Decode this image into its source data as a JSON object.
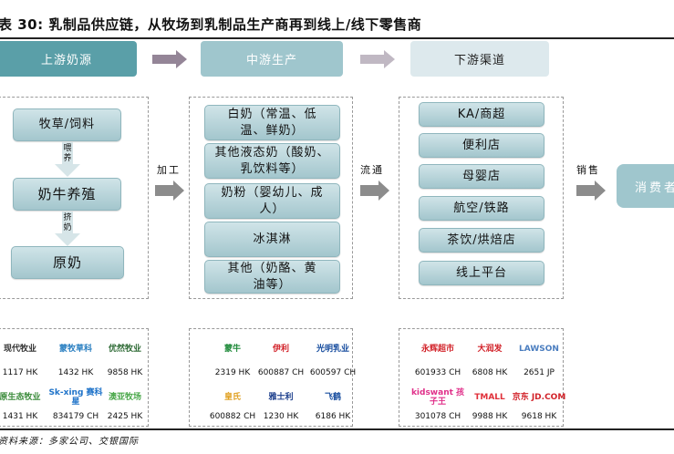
{
  "title": "表 30: 乳制品供应链，从牧场到乳制品生产商再到线上/线下零售商",
  "stages": [
    "上游奶源",
    "中游生产",
    "下游渠道"
  ],
  "upstream": {
    "nodes": [
      "牧草/饲料",
      "奶牛养殖",
      "原奶"
    ],
    "step_labels": [
      "喂养",
      "挤奶"
    ]
  },
  "flow_labels": [
    "加工",
    "流通",
    "销售"
  ],
  "midstream": {
    "nodes": [
      "白奶（常温、低温、鲜奶）",
      "其他液态奶（酸奶、乳饮料等）",
      "奶粉（婴幼儿、成人）",
      "冰淇淋",
      "其他（奶酪、黄油等）"
    ]
  },
  "downstream": {
    "nodes": [
      "KA/商超",
      "便利店",
      "母婴店",
      "航空/铁路",
      "茶饮/烘焙店",
      "线上平台"
    ]
  },
  "consumer": "消费者",
  "companies": {
    "upstream": [
      {
        "logo": "现代牧业",
        "code": "1117 HK",
        "color": "#333333"
      },
      {
        "logo": "蒙牧草科",
        "code": "1432 HK",
        "color": "#2a7fc1"
      },
      {
        "logo": "优然牧业",
        "code": "9858 HK",
        "color": "#2f6b36"
      },
      {
        "logo": "原生态牧业",
        "code": "1431 HK",
        "color": "#3c8c3c"
      },
      {
        "logo": "Sk-xing 赛科星",
        "code": "834179 CH",
        "color": "#1f73c9"
      },
      {
        "logo": "澳亚牧场",
        "code": "2425 HK",
        "color": "#4aa84a"
      }
    ],
    "midstream": [
      {
        "logo": "蒙牛",
        "code": "2319 HK",
        "color": "#1f8a3a"
      },
      {
        "logo": "伊利",
        "code": "600887 CH",
        "color": "#d2232a"
      },
      {
        "logo": "光明乳业",
        "code": "600597 CH",
        "color": "#1a4fa0"
      },
      {
        "logo": "皇氏",
        "code": "600882 CH",
        "color": "#e0a020"
      },
      {
        "logo": "雅士利",
        "code": "1230 HK",
        "color": "#1d3f8c"
      },
      {
        "logo": "飞鹤",
        "code": "6186 HK",
        "color": "#1a4fa0"
      }
    ],
    "downstream": [
      {
        "logo": "永辉超市",
        "code": "601933 CH",
        "color": "#d2232a"
      },
      {
        "logo": "大润发",
        "code": "6808 HK",
        "color": "#d2232a"
      },
      {
        "logo": "LAWSON",
        "code": "2651 JP",
        "color": "#4a7dbf"
      },
      {
        "logo": "kidswant 孩子王",
        "code": "301078 CH",
        "color": "#e0308a"
      },
      {
        "logo": "TMALL",
        "code": "9988 HK",
        "color": "#e0303a"
      },
      {
        "logo": "京东 JD.COM",
        "code": "9618 HK",
        "color": "#d2232a"
      }
    ]
  },
  "source": "资料来源：多家公司、交银国际",
  "colors": {
    "stage1": "#5a9fa8",
    "stage2": "#9fc6cd",
    "stage3": "#dde9ed"
  }
}
